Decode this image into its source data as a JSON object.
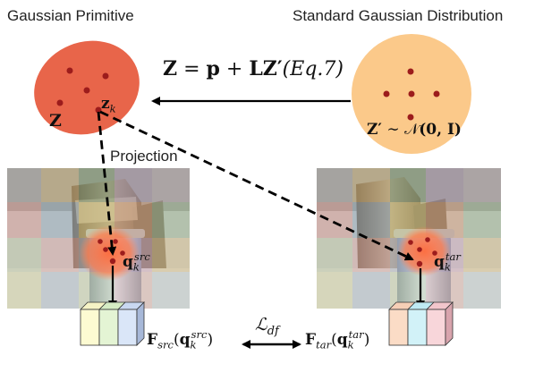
{
  "titles": {
    "left": "Gaussian Primitive",
    "right": "Standard Gaussian Distribution"
  },
  "equation": {
    "lhs": "Z",
    "eq": "=",
    "p": "p",
    "plus": "+",
    "L": "L",
    "Zp": "Z′",
    "ref": "(Eq.7)"
  },
  "z_prime_label": {
    "Zp": "Z′",
    "sim": "∼",
    "N": "𝒩",
    "args": "(0, I)"
  },
  "gaussian_labels": {
    "Z": "Z",
    "zk": "z",
    "k": "k"
  },
  "projection_label": "Projection",
  "q_src": {
    "q": "q",
    "k": "k",
    "sup": "src"
  },
  "q_tar": {
    "q": "q",
    "k": "k",
    "sup": "tar"
  },
  "f_src": {
    "F": "F",
    "sub": "src",
    "open": "(",
    "q": "q",
    "k": "k",
    "sup": "src",
    "close": ")"
  },
  "f_tar": {
    "F": "F",
    "sub": "tar",
    "open": "(",
    "q": "q",
    "k": "k",
    "sup": "tar",
    "close": ")"
  },
  "loss": {
    "L": "ℒ",
    "sub": "df"
  },
  "colors": {
    "gaussian_primitive": "#e8654a",
    "standard_gaussian": "#fbc98a",
    "dot": "#9c1c1c",
    "arrow": "#000000"
  },
  "icons": {
    "photo_src": "object-photo-grid",
    "photo_tar": "object-photo-grid"
  }
}
